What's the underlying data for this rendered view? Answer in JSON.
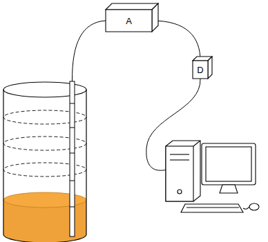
{
  "diagram": {
    "nodes": [
      {
        "text": [
          "A"
        ]
      },
      {
        "text": [
          "D"
        ]
      }
    ],
    "edges": [
      {
        "from": 0,
        "to": 1,
        "arrow": "none"
      }
    ]
  }
}
